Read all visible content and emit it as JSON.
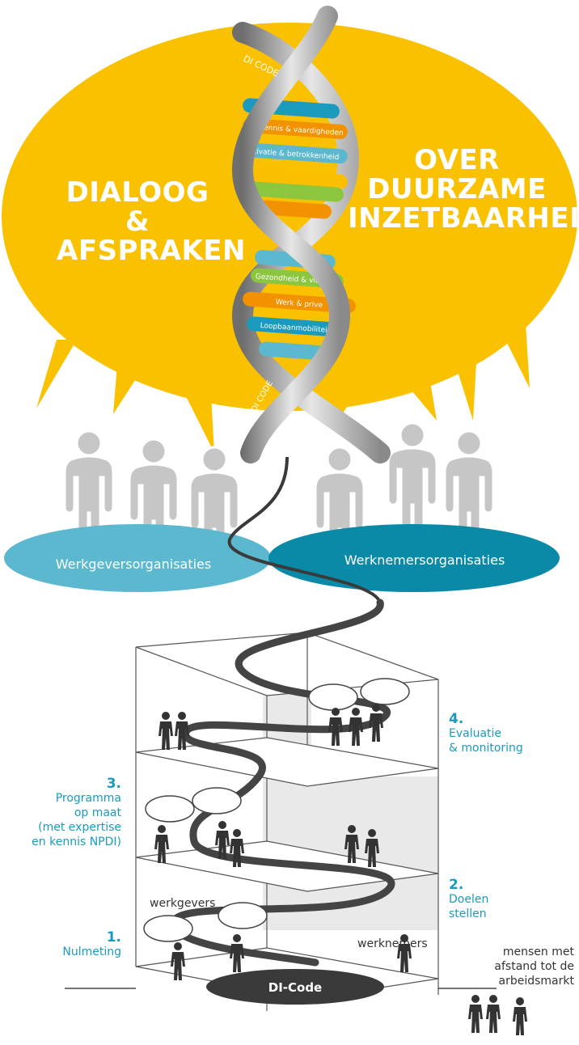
{
  "bubble": {
    "left_text": [
      "DIALOOG &",
      "AFSPRAKEN"
    ],
    "right_text": [
      "OVER",
      "DUURZAME",
      "INZETBAARHEID"
    ],
    "color": "#f9c100"
  },
  "dna": {
    "label_top": "DI CODE",
    "label_bottom": "DI CODE",
    "themes": [
      "Vakkennis & vaardigheden",
      "Motivatie & betrokkenheid",
      "Gezondheid & vitaliteit",
      "Werk & prive",
      "Loopbaanmobiliteit"
    ]
  },
  "organisations": {
    "left": "Werkgeversorganisaties",
    "right": "Werknemersorganisaties",
    "left_color": "#5bb8cf",
    "right_color": "#0a8aa6"
  },
  "steps": [
    {
      "num": "1.",
      "lines": [
        "Nulmeting"
      ]
    },
    {
      "num": "2.",
      "lines": [
        "Doelen",
        "stellen"
      ]
    },
    {
      "num": "3.",
      "lines": [
        "Programma",
        "op maat",
        "(met expertise",
        "en kennis NPDI)"
      ]
    },
    {
      "num": "4.",
      "lines": [
        "Evaluatie",
        "& monitoring"
      ]
    }
  ],
  "labels": {
    "werkgevers": "werkgevers",
    "werknemers": "werknemers",
    "base": "DI-Code",
    "outside": [
      "mensen met",
      "afstand tot de",
      "arbeidsmarkt"
    ]
  },
  "colors": {
    "accent": "#1a9bbd",
    "figure": "#c8c8c8",
    "dark": "#333333"
  }
}
